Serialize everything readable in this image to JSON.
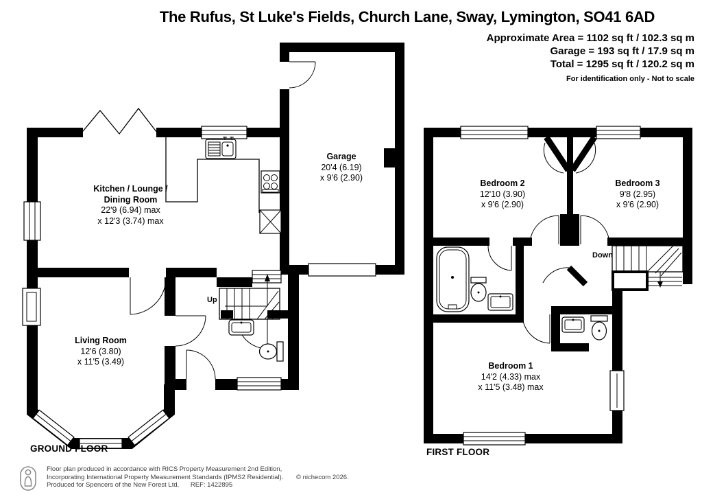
{
  "header": {
    "title": "The Rufus, St Luke's Fields, Church Lane, Sway, Lymington, SO41 6AD",
    "area_lines": [
      "Approximate Area = 1102 sq ft / 102.3 sq m",
      "Garage = 193 sq ft / 17.9 sq m",
      "Total = 1295 sq ft / 120.2 sq m"
    ],
    "disclaimer": "For identification only - Not to scale"
  },
  "ground_floor": {
    "label": "GROUND FLOOR",
    "stairs_label": "Up",
    "rooms": {
      "kitchen": {
        "name": "Kitchen / Lounge / Dining Room",
        "dim1": "22'9 (6.94) max",
        "dim2": "x 12'3 (3.74) max"
      },
      "garage": {
        "name": "Garage",
        "dim1": "20'4 (6.19)",
        "dim2": "x 9'6 (2.90)"
      },
      "living_room": {
        "name": "Living Room",
        "dim1": "12'6 (3.80)",
        "dim2": "x 11'5 (3.49)"
      }
    }
  },
  "first_floor": {
    "label": "FIRST FLOOR",
    "stairs_label": "Down",
    "rooms": {
      "bedroom1": {
        "name": "Bedroom 1",
        "dim1": "14'2 (4.33) max",
        "dim2": "x 11'5 (3.48) max"
      },
      "bedroom2": {
        "name": "Bedroom 2",
        "dim1": "12'10 (3.90)",
        "dim2": "x 9'6 (2.90)"
      },
      "bedroom3": {
        "name": "Bedroom 3",
        "dim1": "9'8 (2.95)",
        "dim2": "x 9'6 (2.90)"
      }
    }
  },
  "footer": {
    "line1": "Floor plan produced in accordance with RICS Property Measurement 2nd Edition,",
    "line2": "Incorporating International Property Measurement Standards (IPMS2 Residential).",
    "copyright": "© nichecom 2026.",
    "line3": "Produced for Spencers of the New Forest Ltd.",
    "ref": "REF:  1422895"
  },
  "colors": {
    "wall": "#000000",
    "text": "#000000",
    "footer_text": "#3d3d3d",
    "background": "#ffffff"
  }
}
